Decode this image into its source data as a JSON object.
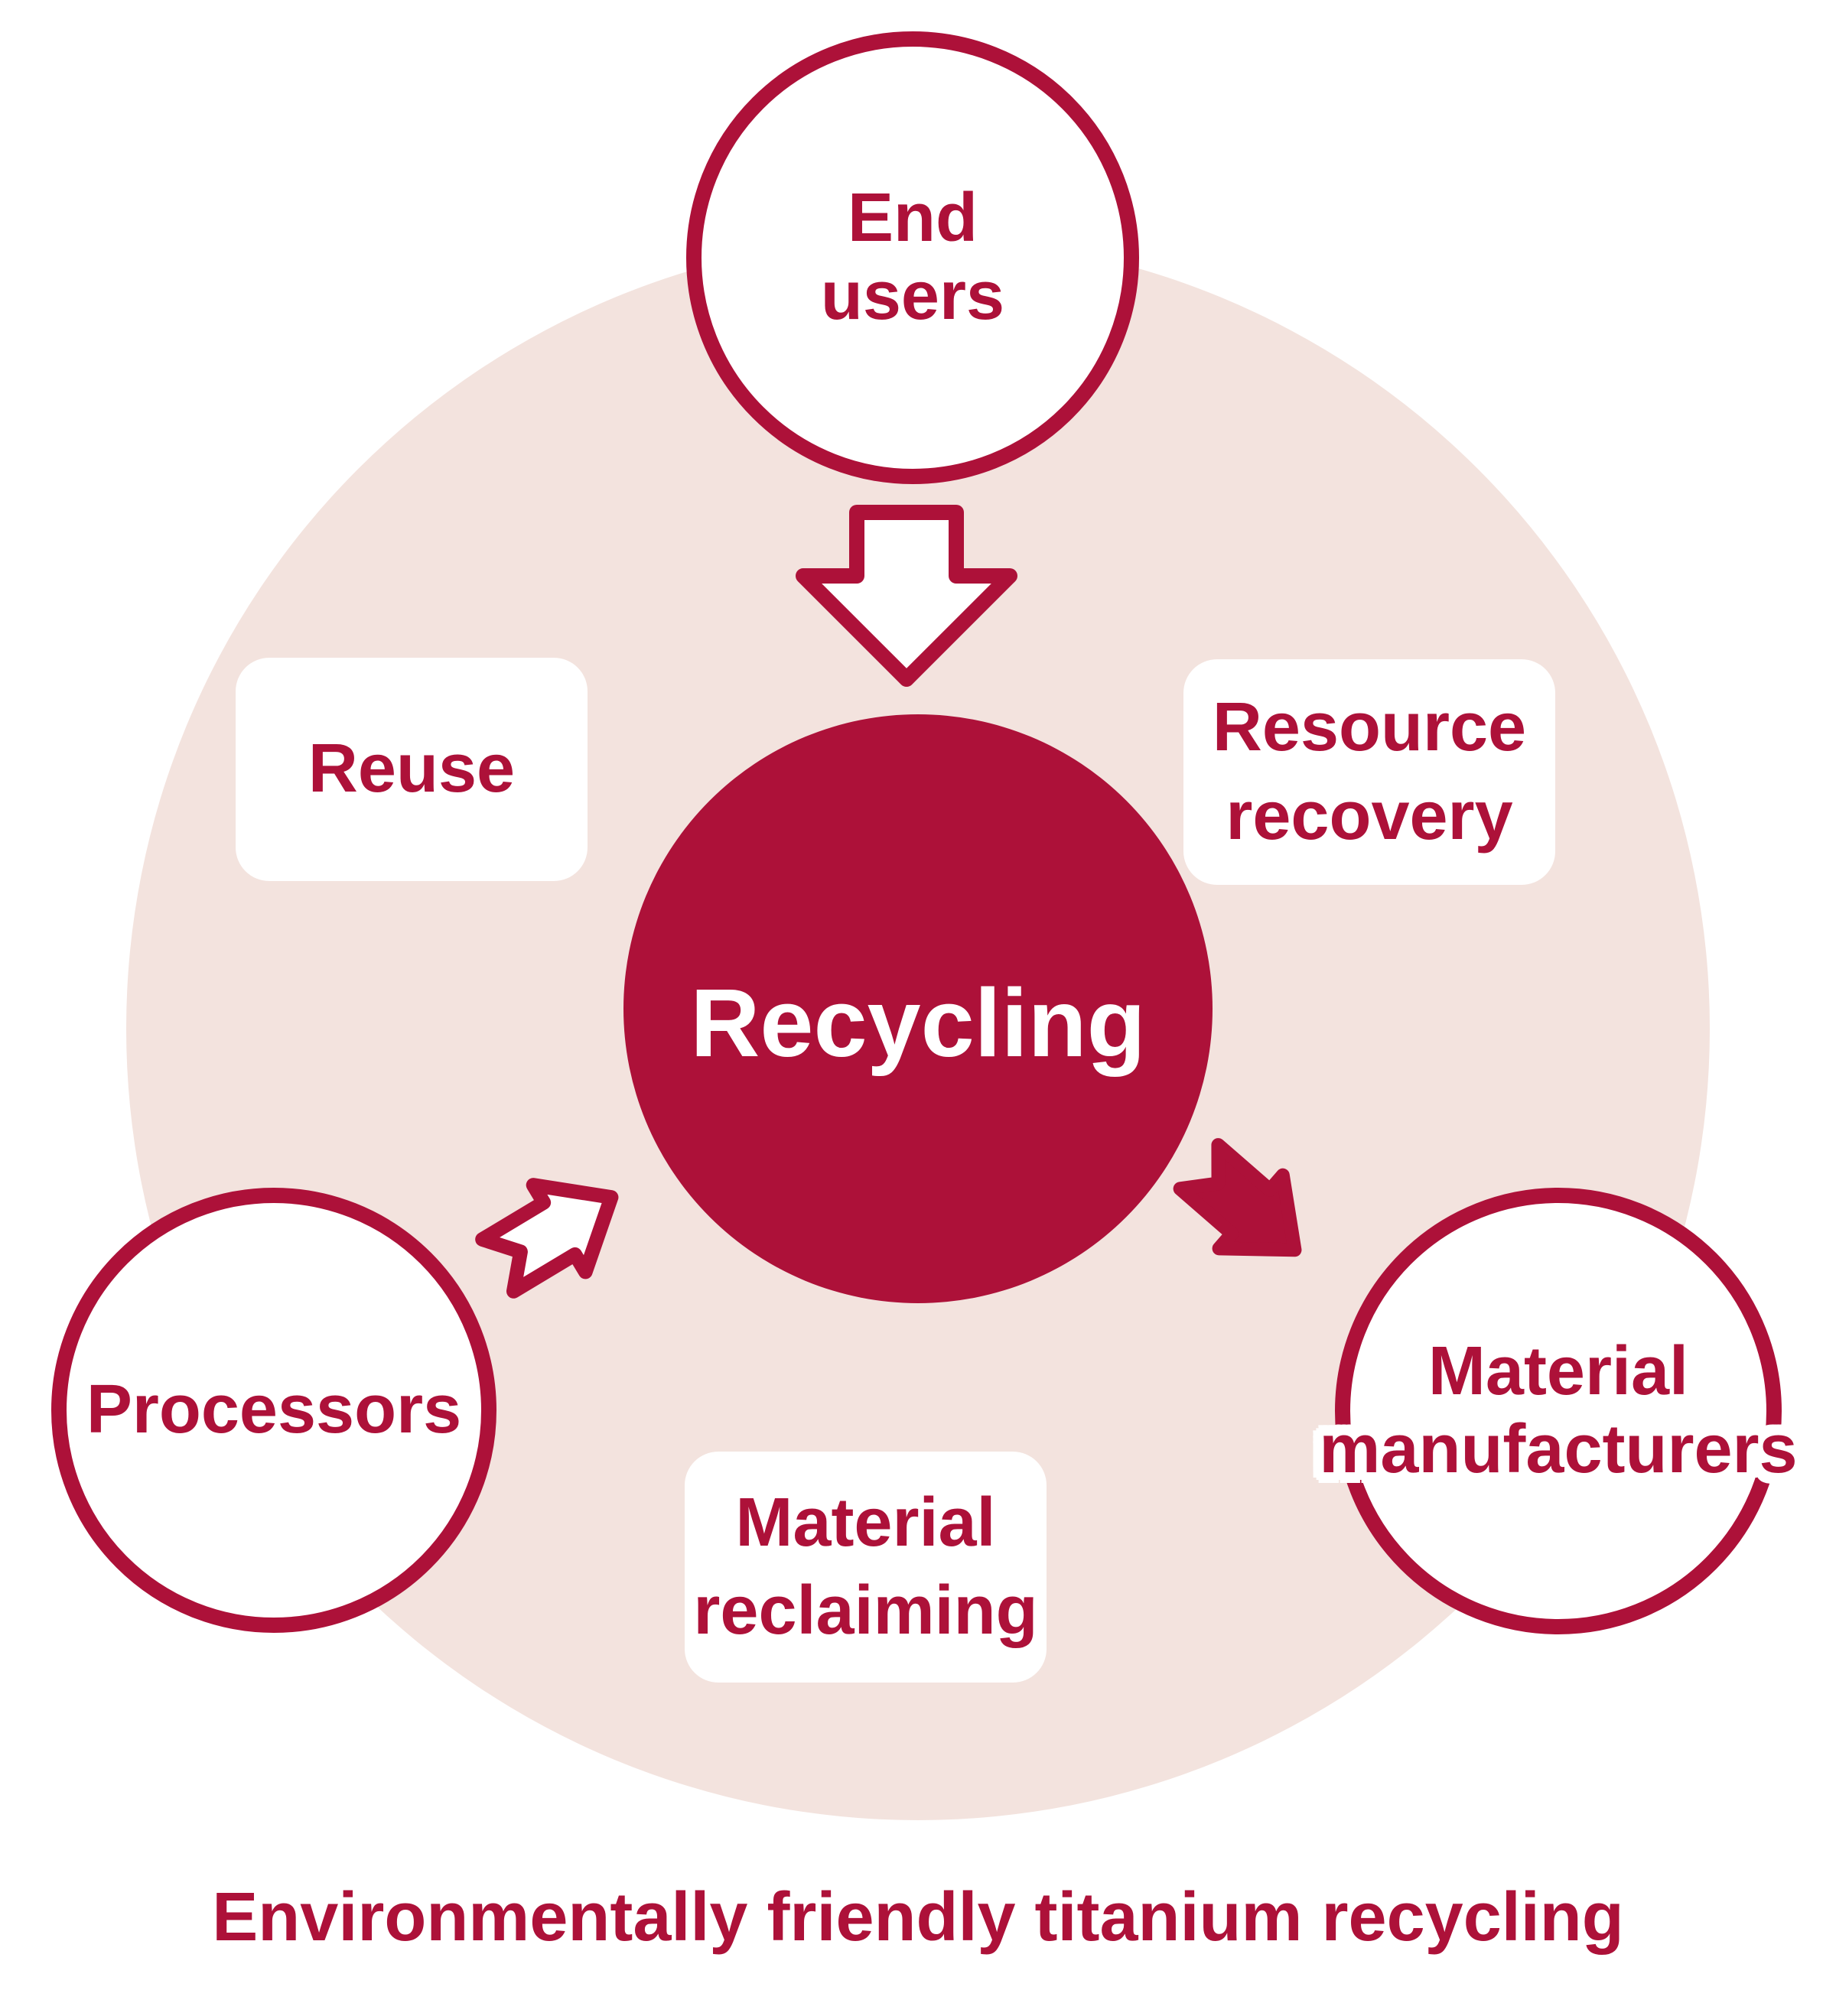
{
  "colors": {
    "accent_red": "#AD1139",
    "cycle_pink": "#F3E3DE",
    "node_fill": "#FFFFFF"
  },
  "center": {
    "label": "Recycling"
  },
  "nodes": {
    "end_users": {
      "line1": "End",
      "line2": "users"
    },
    "processors": {
      "line1": "Processors"
    },
    "material_manufacturers": {
      "line1": "Material",
      "line2": "manufacturers"
    }
  },
  "stages": {
    "reuse": {
      "line1": "Reuse"
    },
    "resource_recovery": {
      "line1": "Resource",
      "line2": "recovery"
    },
    "material_reclaiming": {
      "line1": "Material",
      "line2": "reclaiming"
    }
  },
  "icons": {
    "arrow_end_users_to_recycling": "down-arrow-outline",
    "arrow_processors_to_recycling": "up-right-arrow-outline",
    "arrow_recycling_to_manufacturers": "down-right-arrow-solid"
  },
  "caption": "Environmentally friendly titanium recycling"
}
